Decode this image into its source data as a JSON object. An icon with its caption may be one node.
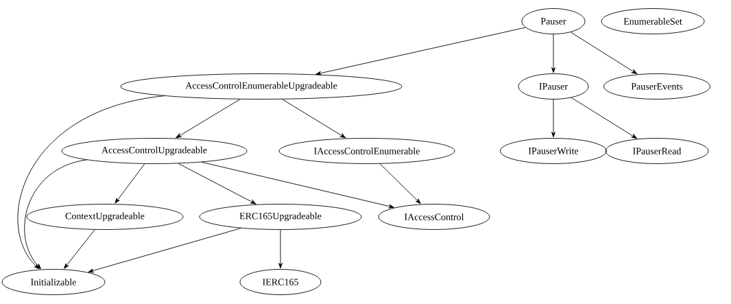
{
  "diagram": {
    "nodes": [
      {
        "text": [
          "Pauser"
        ]
      },
      {
        "text": [
          "EnumerableSet"
        ]
      },
      {
        "text": [
          "AccessControlEnumerableUpgradeable"
        ]
      },
      {
        "text": [
          "IPauser"
        ]
      },
      {
        "text": [
          "PauserEvents"
        ]
      },
      {
        "text": [
          "AccessControlUpgradeable"
        ]
      },
      {
        "text": [
          "IAccessControlEnumerable"
        ]
      },
      {
        "text": [
          "IPauserWrite"
        ]
      },
      {
        "text": [
          "IPauserRead"
        ]
      },
      {
        "text": [
          "ContextUpgradeable"
        ]
      },
      {
        "text": [
          "ERC165Upgradeable"
        ]
      },
      {
        "text": [
          "IAccessControl"
        ]
      },
      {
        "text": [
          "Initializable"
        ]
      },
      {
        "text": [
          "IERC165"
        ]
      }
    ],
    "edges": [
      {
        "from": 0,
        "to": 2,
        "arrow": "to"
      },
      {
        "from": 0,
        "to": 3,
        "arrow": "to"
      },
      {
        "from": 0,
        "to": 4,
        "arrow": "to"
      },
      {
        "from": 2,
        "to": 5,
        "arrow": "to"
      },
      {
        "from": 2,
        "to": 6,
        "arrow": "to"
      },
      {
        "from": 2,
        "to": 12,
        "arrow": "to"
      },
      {
        "from": 3,
        "to": 7,
        "arrow": "to"
      },
      {
        "from": 3,
        "to": 8,
        "arrow": "to"
      },
      {
        "from": 5,
        "to": 9,
        "arrow": "to"
      },
      {
        "from": 5,
        "to": 10,
        "arrow": "to"
      },
      {
        "from": 5,
        "to": 11,
        "arrow": "to"
      },
      {
        "from": 5,
        "to": 12,
        "arrow": "to"
      },
      {
        "from": 6,
        "to": 11,
        "arrow": "to"
      },
      {
        "from": 9,
        "to": 12,
        "arrow": "to"
      },
      {
        "from": 10,
        "to": 12,
        "arrow": "to"
      },
      {
        "from": 10,
        "to": 13,
        "arrow": "to"
      }
    ]
  }
}
